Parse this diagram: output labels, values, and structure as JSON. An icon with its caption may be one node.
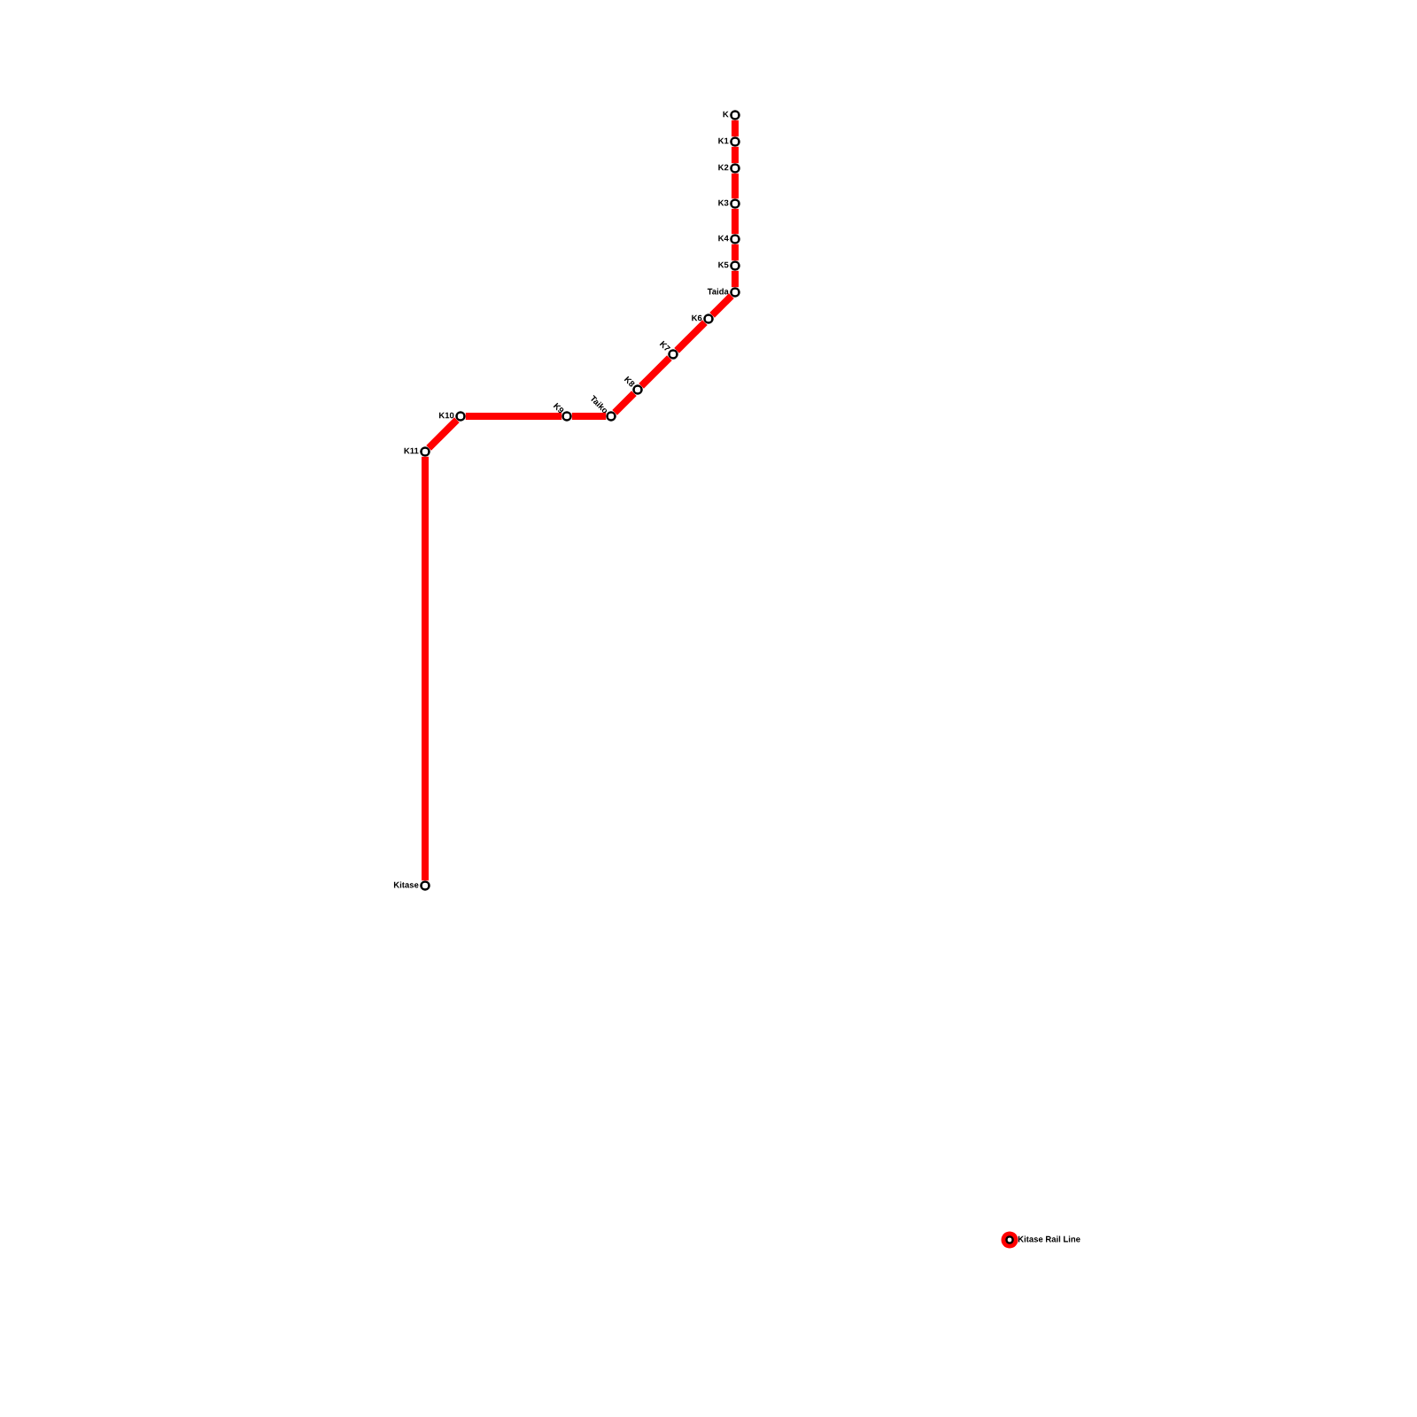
{
  "diagram": {
    "nodes": [
      {
        "text": [
          "K"
        ]
      },
      {
        "text": [
          "K1"
        ]
      },
      {
        "text": [
          "K2"
        ]
      },
      {
        "text": [
          "K3"
        ]
      },
      {
        "text": [
          "K4"
        ]
      },
      {
        "text": [
          "K5"
        ]
      },
      {
        "text": [
          "Taida"
        ]
      },
      {
        "text": [
          "K6"
        ]
      },
      {
        "text": [
          "K7"
        ]
      },
      {
        "text": [
          "K8"
        ]
      },
      {
        "text": [
          "Taiko"
        ]
      },
      {
        "text": [
          "K9"
        ]
      },
      {
        "text": [
          "K10"
        ]
      },
      {
        "text": [
          "K11"
        ]
      },
      {
        "text": [
          "Kitase"
        ]
      }
    ],
    "edges": [
      {
        "from": 0,
        "to": 1,
        "arrow": "none"
      },
      {
        "from": 1,
        "to": 2,
        "arrow": "none"
      },
      {
        "from": 2,
        "to": 3,
        "arrow": "none"
      },
      {
        "from": 3,
        "to": 4,
        "arrow": "none"
      },
      {
        "from": 4,
        "to": 5,
        "arrow": "none"
      },
      {
        "from": 5,
        "to": 6,
        "arrow": "none"
      },
      {
        "from": 6,
        "to": 7,
        "arrow": "none"
      },
      {
        "from": 7,
        "to": 8,
        "arrow": "none"
      },
      {
        "from": 8,
        "to": 9,
        "arrow": "none"
      },
      {
        "from": 9,
        "to": 10,
        "arrow": "none"
      },
      {
        "from": 10,
        "to": 11,
        "arrow": "none"
      },
      {
        "from": 11,
        "to": 12,
        "arrow": "none"
      },
      {
        "from": 12,
        "to": 13,
        "arrow": "none"
      },
      {
        "from": 13,
        "to": 14,
        "arrow": "none"
      }
    ],
    "legend": [
      {
        "text": "Kitase Rail Line",
        "color": "#ff0000"
      }
    ]
  }
}
